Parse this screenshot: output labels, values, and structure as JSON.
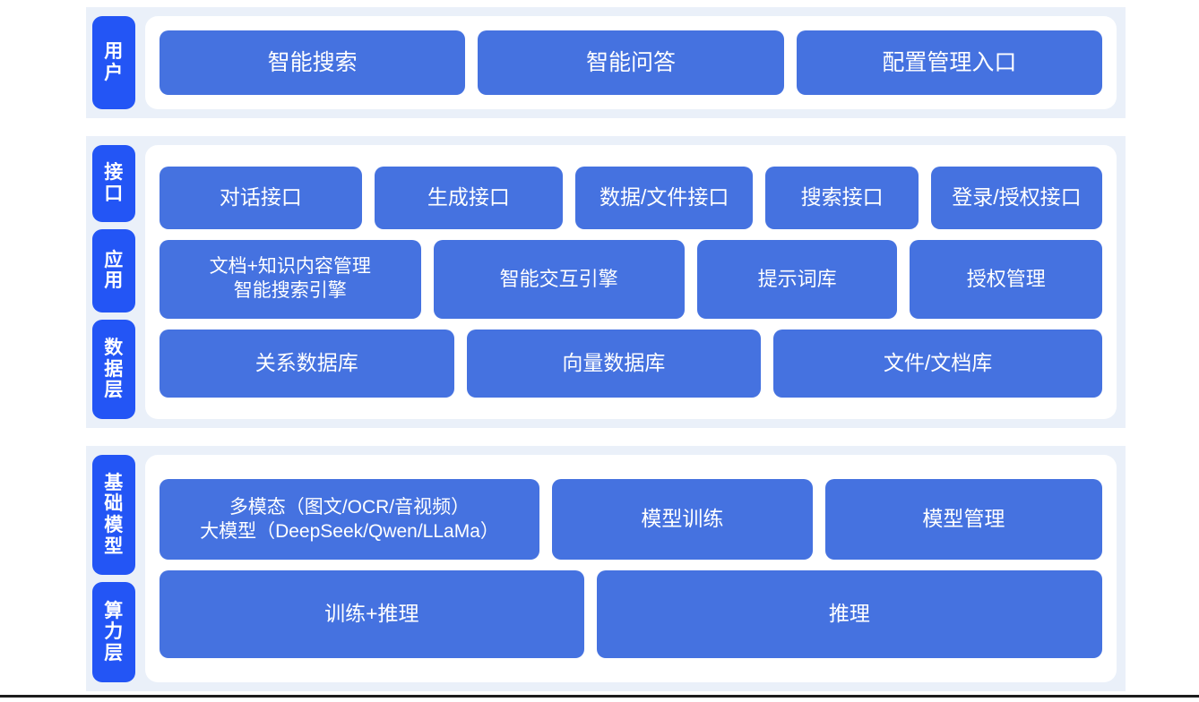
{
  "colors": {
    "band_background": "#eaf0f9",
    "panel_background": "#ffffff",
    "rail_pill": "#2355f5",
    "content_box": "#4572e0",
    "box_text": "#ffffff",
    "bottom_rule": "#1c1c1c"
  },
  "layers": [
    {
      "id": "user",
      "rails": [
        {
          "name": "user-layer-label",
          "label": "用户"
        }
      ],
      "rows": [
        {
          "id": "user-entries",
          "boxes": [
            {
              "label": "智能搜索"
            },
            {
              "label": "智能问答"
            },
            {
              "label": "配置管理入口"
            }
          ]
        }
      ]
    },
    {
      "id": "middle",
      "rails": [
        {
          "name": "interface-layer-label",
          "label": "接口"
        },
        {
          "name": "application-layer-label",
          "label": "应用"
        },
        {
          "name": "data-layer-label",
          "label": "数据层"
        }
      ],
      "rows": [
        {
          "id": "interface",
          "boxes": [
            {
              "label": "对话接口"
            },
            {
              "label": "生成接口"
            },
            {
              "label": "数据/文件接口"
            },
            {
              "label": "搜索接口"
            },
            {
              "label": "登录/授权接口"
            }
          ]
        },
        {
          "id": "application",
          "boxes": [
            {
              "label": "文档+知识内容管理\n智能搜索引擎"
            },
            {
              "label": "智能交互引擎"
            },
            {
              "label": "提示词库"
            },
            {
              "label": "授权管理"
            }
          ]
        },
        {
          "id": "data",
          "boxes": [
            {
              "label": "关系数据库"
            },
            {
              "label": "向量数据库"
            },
            {
              "label": "文件/文档库"
            }
          ]
        }
      ]
    },
    {
      "id": "base",
      "rails": [
        {
          "name": "foundation-model-layer-label",
          "label": "基础模型"
        },
        {
          "name": "compute-layer-label",
          "label": "算力层"
        }
      ],
      "rows": [
        {
          "id": "model",
          "boxes": [
            {
              "label": "多模态（图文/OCR/音视频）\n大模型（DeepSeek/Qwen/LLaMa）"
            },
            {
              "label": "模型训练"
            },
            {
              "label": "模型管理"
            }
          ]
        },
        {
          "id": "compute",
          "boxes": [
            {
              "label": "训练+推理"
            },
            {
              "label": "推理"
            }
          ]
        }
      ]
    }
  ]
}
